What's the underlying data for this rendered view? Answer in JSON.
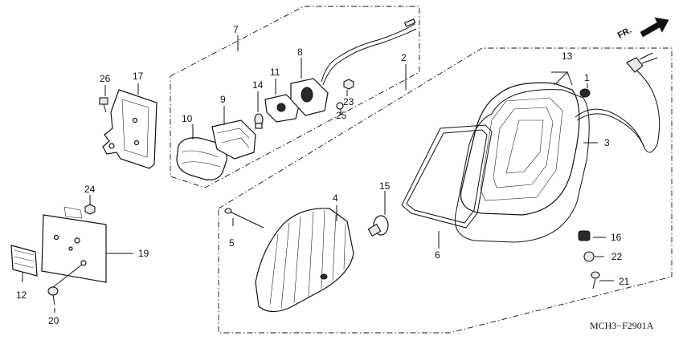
{
  "diagram": {
    "drawing_code": "MCH3−F2901A",
    "direction_marker": "FR.",
    "callouts": {
      "c1": "1",
      "c2": "2",
      "c3": "3",
      "c4": "4",
      "c5": "5",
      "c6": "6",
      "c7": "7",
      "c8": "8",
      "c9": "9",
      "c10": "10",
      "c11": "11",
      "c12": "12",
      "c13": "13",
      "c14": "14",
      "c15": "15",
      "c16": "16",
      "c17": "17",
      "c18_19": "19",
      "c20": "20",
      "c21": "21",
      "c22": "22",
      "c23": "23",
      "c24": "24",
      "c25": "25",
      "c26": "26"
    }
  },
  "icons": {
    "direction_arrow": "arrow-right-up-icon"
  }
}
